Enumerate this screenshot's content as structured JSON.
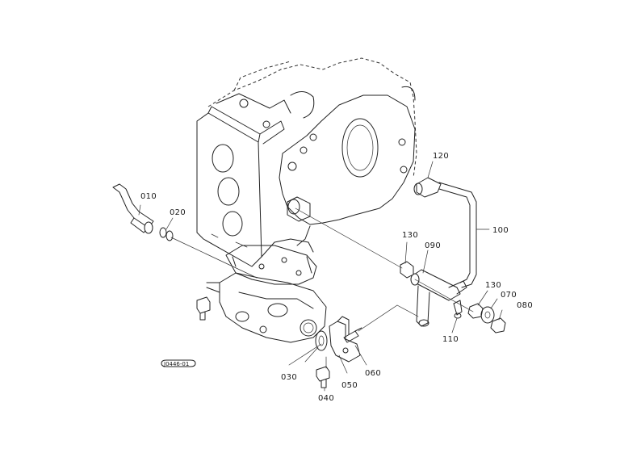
{
  "ref_code": "J0446-01",
  "parts": [
    {
      "id": "p010",
      "label": "010"
    },
    {
      "id": "p020",
      "label": "020"
    },
    {
      "id": "p030",
      "label": "030"
    },
    {
      "id": "p040",
      "label": "040"
    },
    {
      "id": "p050",
      "label": "050"
    },
    {
      "id": "p060",
      "label": "060"
    },
    {
      "id": "p070",
      "label": "070"
    },
    {
      "id": "p080",
      "label": "080"
    },
    {
      "id": "p090",
      "label": "090"
    },
    {
      "id": "p100",
      "label": "100"
    },
    {
      "id": "p110",
      "label": "110"
    },
    {
      "id": "p120",
      "label": "120"
    },
    {
      "id": "p130a",
      "label": "130"
    },
    {
      "id": "p130b",
      "label": "130"
    }
  ]
}
